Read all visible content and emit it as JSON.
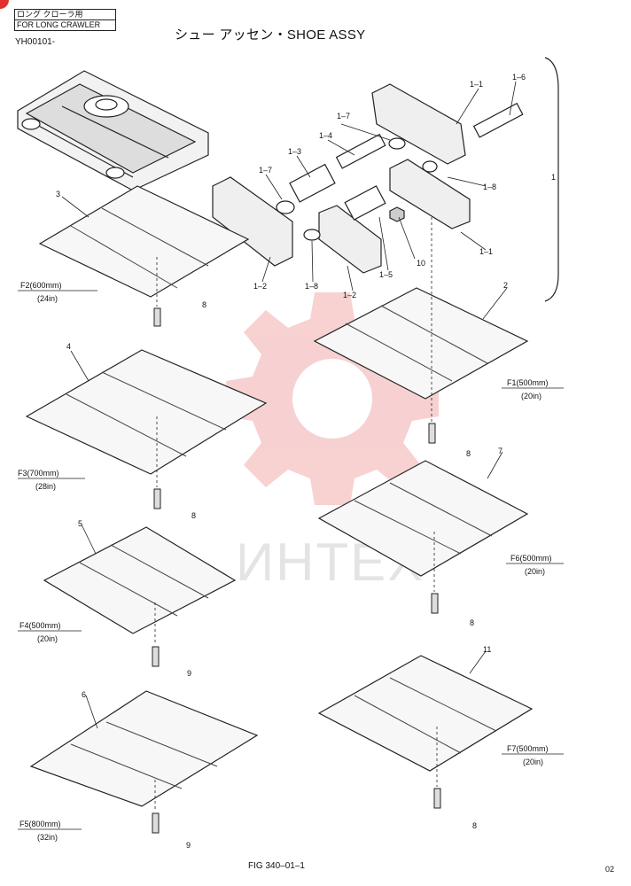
{
  "header": {
    "note_jp": "ロング クローラ用",
    "note_en": "FOR LONG CRAWLER",
    "serial": "YH00101-",
    "title": "シュー アッセン・SHOE ASSY"
  },
  "watermark": {
    "text": "ИНТЕХ",
    "color": "#f4b7b7"
  },
  "callouts": {
    "c1_1": "1–1",
    "c1_6": "1–6",
    "c1_7a": "1–7",
    "c1_4": "1–4",
    "c1_3": "1–3",
    "c1_7b": "1–7",
    "c1_8a": "1–8",
    "c1": "1",
    "c10": "10",
    "c1_1b": "1–1",
    "c1_2a": "1–2",
    "c1_8b": "1–8",
    "c1_2b": "1–2",
    "c1_5": "1–5",
    "c3": "3",
    "c2": "2",
    "c4": "4",
    "c5": "5",
    "c6": "6",
    "c7": "7",
    "c11": "11",
    "b8a": "8",
    "b8b": "8",
    "b8c": "8",
    "b8d": "8",
    "b8e": "8",
    "b9a": "9",
    "b9b": "9"
  },
  "shoe_sizes": [
    {
      "name": "F2(600mm)",
      "inch": "(24in)"
    },
    {
      "name": "F1(500mm)",
      "inch": "(20in)"
    },
    {
      "name": "F3(700mm)",
      "inch": "(28in)"
    },
    {
      "name": "F6(500mm)",
      "inch": "(20in)"
    },
    {
      "name": "F4(500mm)",
      "inch": "(20in)"
    },
    {
      "name": "F7(500mm)",
      "inch": "(20in)"
    },
    {
      "name": "F5(800mm)",
      "inch": "(32in)"
    }
  ],
  "footer": {
    "figure": "FIG 340–01–1",
    "page": "02"
  }
}
